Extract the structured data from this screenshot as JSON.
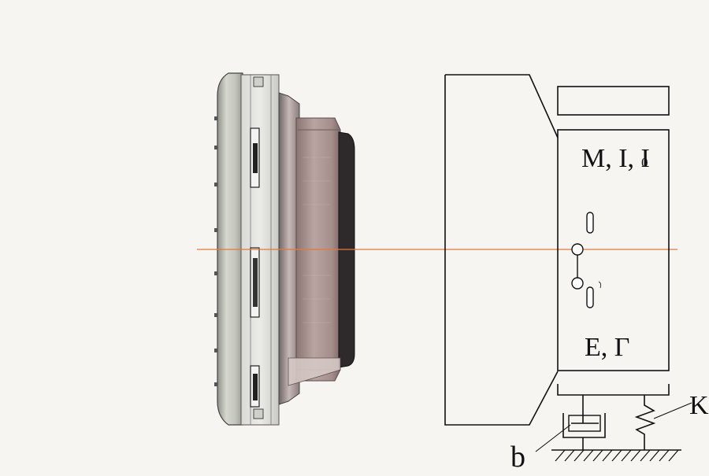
{
  "labels": {
    "mass_props": "M, I, I",
    "mass_props_sub": "0",
    "elastic_props": "E, Γ",
    "damper_label": "b",
    "spring_label": "K"
  },
  "colors": {
    "background": "#f6f5f1",
    "axis_line": "#e07a3c",
    "ink": "#111111",
    "rim_metal": "#c9cbc1",
    "bearing_bronze": "#a08a87"
  }
}
